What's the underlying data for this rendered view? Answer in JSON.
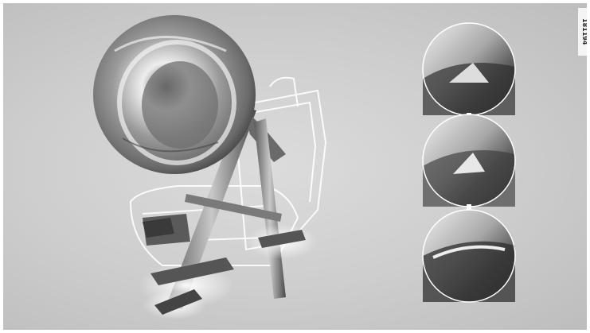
{
  "figure": {
    "reference_code": "181194",
    "background_color": "#cfcfcf",
    "illustration": "seat-with-deployed-airbag",
    "detail_views": [
      {
        "name": "seam-detail-top",
        "stage": 1
      },
      {
        "name": "seam-detail-middle",
        "stage": 2
      },
      {
        "name": "seam-detail-bottom",
        "stage": 3
      }
    ],
    "arrow_color": "#ffffff"
  }
}
